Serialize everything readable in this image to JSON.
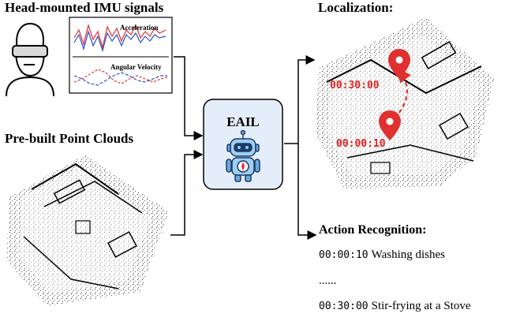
{
  "titles": {
    "imu": "Head-mounted IMU signals",
    "point_clouds": "Pre-built Point Clouds",
    "localization": "Localization:",
    "action_recognition": "Action Recognition:"
  },
  "imu_plot": {
    "acceleration_label": "Acceleration",
    "angular_velocity_label": "Angular Velocity"
  },
  "center_box": {
    "label": "EAIL"
  },
  "localization": {
    "time_1": "00:30:00",
    "time_2": "00:00:10"
  },
  "actions": [
    {
      "time": "00:00:10",
      "text": "Washing dishes"
    },
    {
      "ellipsis": "......"
    },
    {
      "time": "00:30:00",
      "text": "Stir-frying at a Stove"
    }
  ],
  "colors": {
    "red": "#e03030",
    "blue": "#3050c8",
    "box_fill": "#e4eefa",
    "box_border": "#000000",
    "timestamp_red": "#e02020"
  }
}
